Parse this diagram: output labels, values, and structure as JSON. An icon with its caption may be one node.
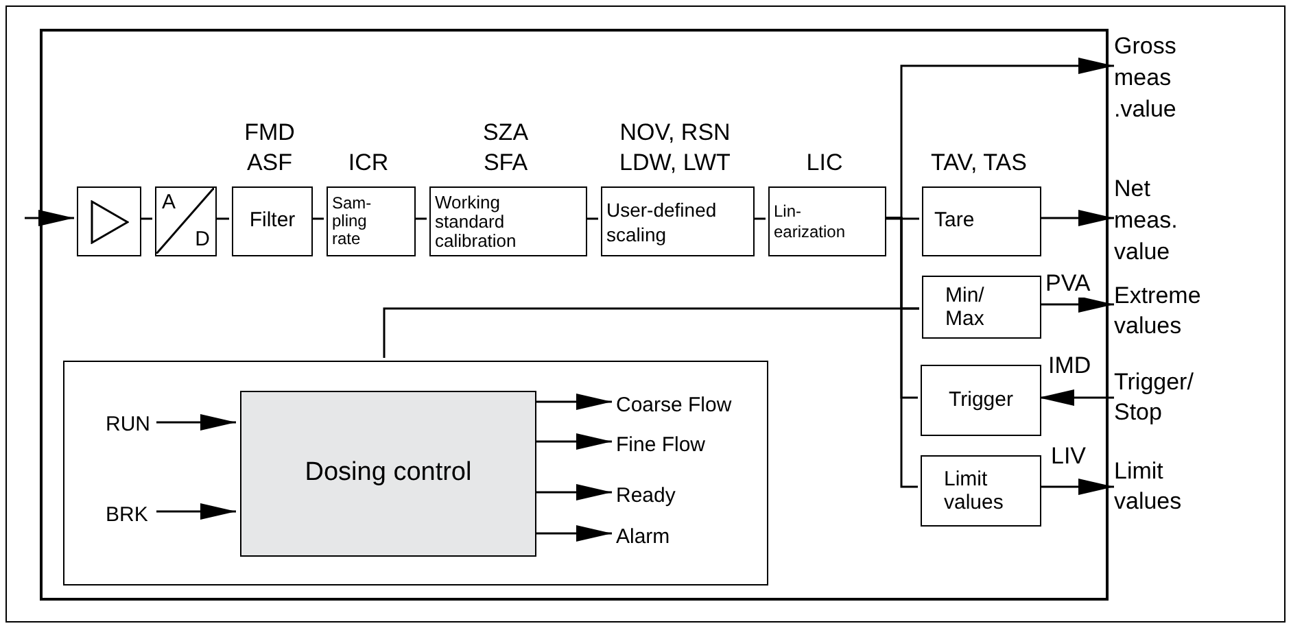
{
  "diagram": {
    "nodes": [
      {
        "text": [],
        "shape": "box"
      },
      {
        "text": [],
        "shape": "box",
        "in": 0
      },
      {
        "text": [
          "A",
          "D"
        ],
        "in": 0
      },
      {
        "text": [
          "Filter"
        ],
        "beside": [
          "FMD ASF"
        ],
        "in": 0
      },
      {
        "text": [
          "Sam- pling rate"
        ],
        "beside": [
          "ICR"
        ],
        "in": 0
      },
      {
        "text": [
          "Working standard calibration"
        ],
        "beside": [
          "SZA SFA"
        ],
        "in": 0
      },
      {
        "text": [
          "User-defined scaling"
        ],
        "beside": [
          "NOV, RSN LDW, LWT"
        ],
        "in": 0
      },
      {
        "text": [
          "Lin- earization"
        ],
        "beside": [
          "LIC"
        ],
        "in": 0
      },
      {
        "text": [
          "Tare"
        ],
        "beside": [
          "TAV, TAS"
        ],
        "in": 0
      },
      {
        "text": [
          "Min/ Max"
        ],
        "in": 0
      },
      {
        "text": [
          "Trigger"
        ],
        "in": 0
      },
      {
        "text": [
          "Limit values"
        ],
        "in": 0
      },
      {
        "text": [],
        "shape": "box",
        "in": 0
      },
      {
        "text": [
          "Dosing control"
        ],
        "in": 12
      },
      {
        "text": [
          "RUN"
        ],
        "in": 12
      },
      {
        "text": [
          "BRK"
        ],
        "in": 12
      },
      {
        "text": [
          "Coarse Flow"
        ],
        "in": 12
      },
      {
        "text": [
          "Fine Flow"
        ],
        "in": 12
      },
      {
        "text": [
          "Ready"
        ],
        "in": 12
      },
      {
        "text": [
          "Alarm"
        ],
        "in": 12
      },
      {
        "text": [
          "Gross meas .value"
        ]
      },
      {
        "text": [
          "Net meas. value"
        ]
      },
      {
        "text": [
          "Extreme values"
        ]
      },
      {
        "text": [
          "Trigger/ Stop"
        ]
      },
      {
        "text": [
          "Limit values"
        ]
      }
    ],
    "edges": [
      {
        "from": null,
        "to": 1,
        "arrow": "to"
      },
      {
        "from": 1,
        "to": 2,
        "arrow": "none"
      },
      {
        "from": 2,
        "to": 3,
        "arrow": "none"
      },
      {
        "from": 3,
        "to": 4,
        "arrow": "none"
      },
      {
        "from": 4,
        "to": 5,
        "arrow": "none"
      },
      {
        "from": 5,
        "to": 6,
        "arrow": "none"
      },
      {
        "from": 6,
        "to": 7,
        "arrow": "none"
      },
      {
        "from": 7,
        "to": 8,
        "arrow": "none"
      },
      {
        "from": 7,
        "to": 20,
        "arrow": "to"
      },
      {
        "from": 8,
        "to": 21,
        "arrow": "to"
      },
      {
        "from": 9,
        "to": 22,
        "arrow": "to",
        "label": "PVA"
      },
      {
        "from": 23,
        "to": 10,
        "arrow": "to",
        "label": "IMD"
      },
      {
        "from": 11,
        "to": 24,
        "arrow": "to",
        "label": "LIV"
      },
      {
        "from": 7,
        "to": 9,
        "arrow": "none"
      },
      {
        "from": 7,
        "to": 10,
        "arrow": "none"
      },
      {
        "from": 7,
        "to": 11,
        "arrow": "none"
      },
      {
        "from": 12,
        "to": 9,
        "arrow": "none"
      },
      {
        "from": 14,
        "to": 13,
        "arrow": "to"
      },
      {
        "from": 15,
        "to": 13,
        "arrow": "to"
      },
      {
        "from": 13,
        "to": 16,
        "arrow": "to"
      },
      {
        "from": 13,
        "to": 17,
        "arrow": "to"
      },
      {
        "from": 13,
        "to": 18,
        "arrow": "to"
      },
      {
        "from": 13,
        "to": 19,
        "arrow": "to"
      }
    ]
  }
}
